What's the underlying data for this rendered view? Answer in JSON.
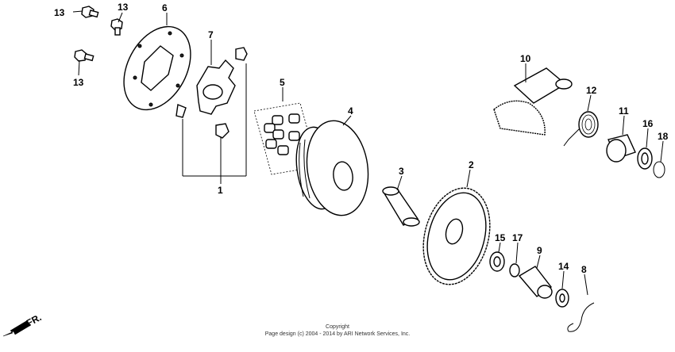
{
  "callouts": {
    "p1": "1",
    "p2": "2",
    "p3": "3",
    "p4": "4",
    "p5": "5",
    "p6": "6",
    "p7": "7",
    "p8": "8",
    "p9": "9",
    "p10": "10",
    "p11": "11",
    "p12": "12",
    "p13a": "13",
    "p13b": "13",
    "p13c": "13",
    "p14": "14",
    "p15": "15",
    "p16": "16",
    "p17": "17",
    "p18": "18"
  },
  "direction_label": "FR.",
  "copyright": {
    "line1": "Copyright",
    "line2": "Page design (c) 2004 - 2014 by ARI Network Services, Inc."
  }
}
